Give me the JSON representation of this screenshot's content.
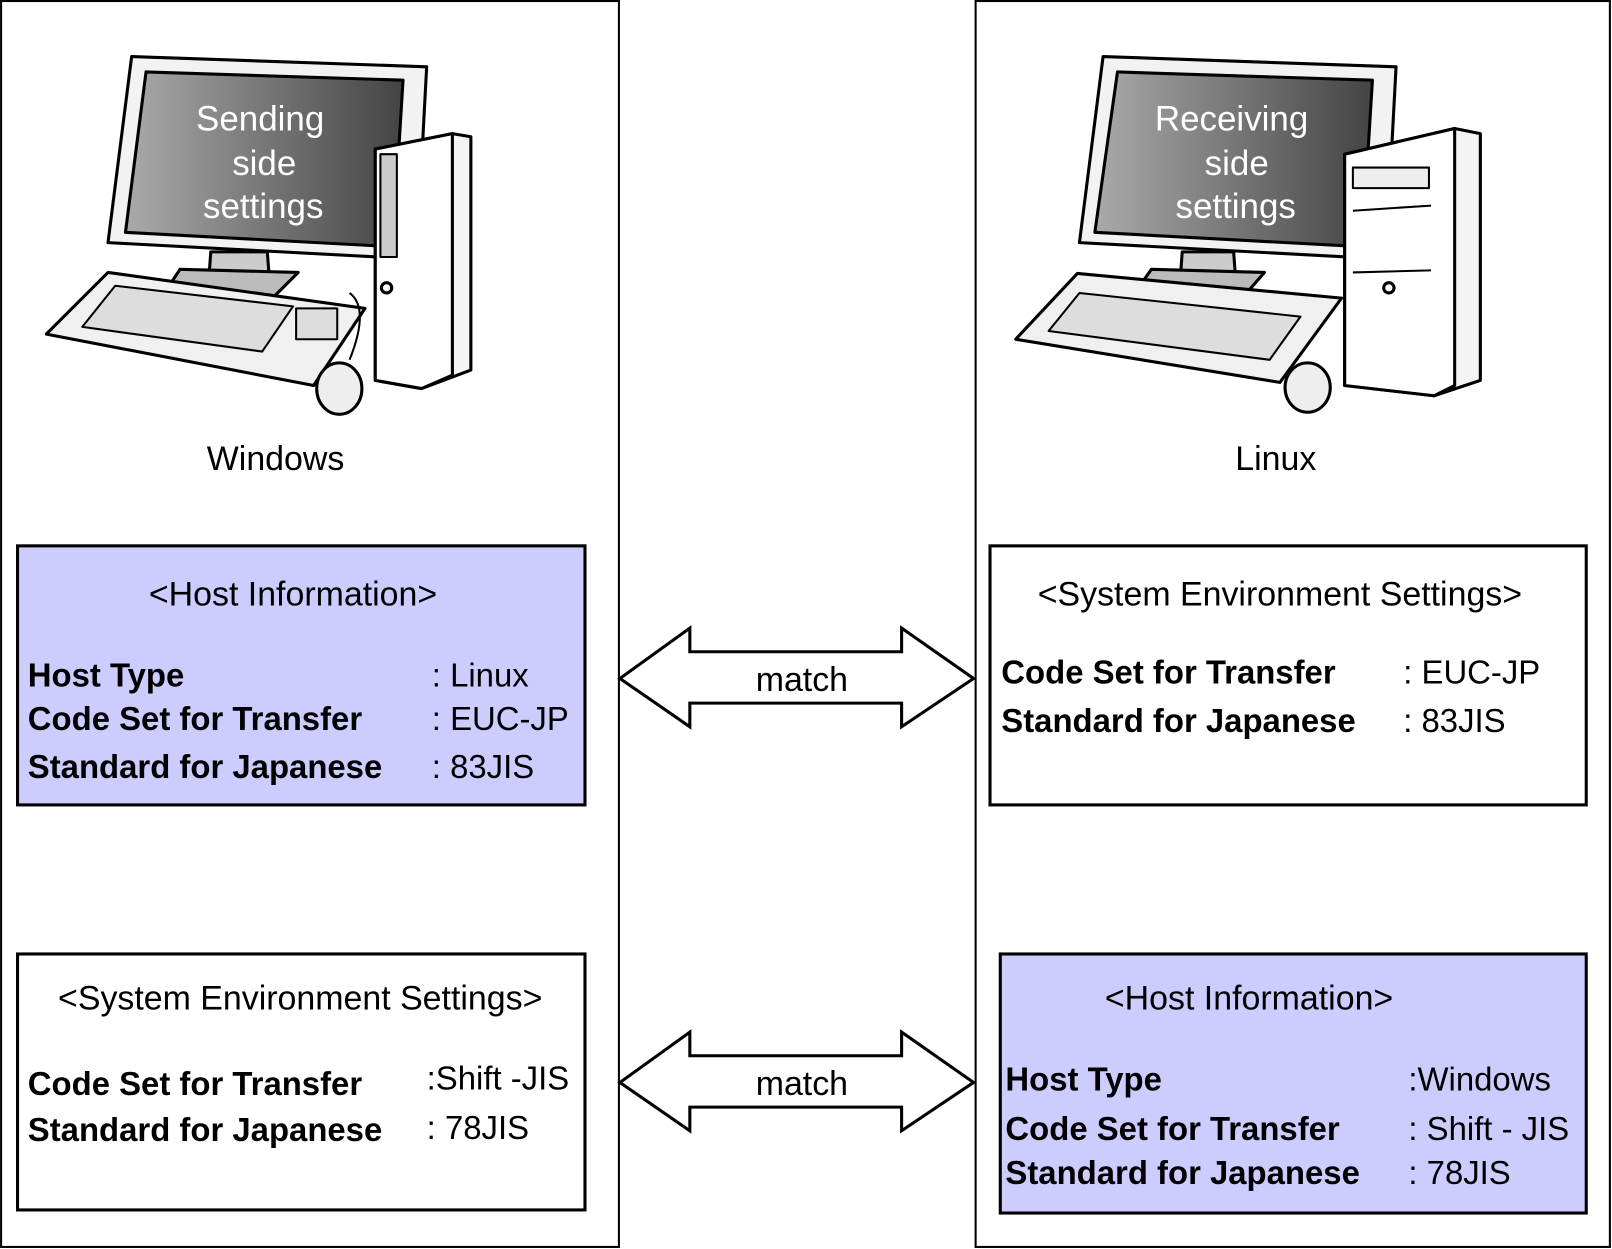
{
  "colors": {
    "host_info_fill": "#ccccff",
    "border": "#000000"
  },
  "left": {
    "screen_lines": [
      "Sending",
      "side",
      "settings"
    ],
    "os_label": "Windows",
    "host_info": {
      "title": "<Host Information>",
      "rows": [
        {
          "label": "Host Type",
          "value": ": Linux"
        },
        {
          "label": "Code Set for Transfer",
          "value": ": EUC-JP"
        },
        {
          "label": "Standard for Japanese",
          "value": ": 83JIS"
        }
      ]
    },
    "system_env": {
      "title": "<System Environment Settings>",
      "rows": [
        {
          "label": "Code Set for Transfer",
          "value": ":Shift -JIS"
        },
        {
          "label": "Standard for Japanese",
          "value": ": 78JIS"
        }
      ]
    }
  },
  "right": {
    "screen_lines": [
      "Receiving",
      "side",
      "settings"
    ],
    "os_label": "Linux",
    "system_env": {
      "title": "<System Environment Settings>",
      "rows": [
        {
          "label": "Code Set for Transfer",
          "value": ": EUC-JP"
        },
        {
          "label": "Standard for Japanese",
          "value": ": 83JIS"
        }
      ]
    },
    "host_info": {
      "title": "<Host Information>",
      "rows": [
        {
          "label": "Host Type",
          "value": ":Windows"
        },
        {
          "label": "Code Set for Transfer",
          "value": ": Shift - JIS"
        },
        {
          "label": "Standard for Japanese",
          "value": ": 78JIS"
        }
      ]
    }
  },
  "arrows": {
    "top_label": "match",
    "bottom_label": "match"
  }
}
